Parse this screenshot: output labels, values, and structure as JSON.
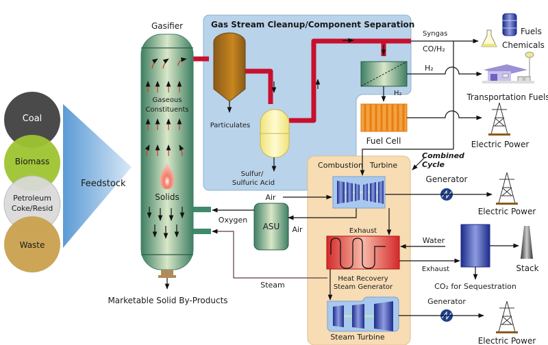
{
  "feedstock": {
    "label": "Feedstock",
    "items": [
      {
        "label": "Coal",
        "color": "#4a4a4a",
        "text_color": "#ffffff"
      },
      {
        "label": "Biomass",
        "color": "#9ec42f",
        "text_color": "#1a1a1a"
      },
      {
        "label_line1": "Petroleum",
        "label_line2": "Coke/Resid",
        "color": "#d9d9d9",
        "text_color": "#1a1a1a"
      },
      {
        "label": "Waste",
        "color": "#c9a14d",
        "text_color": "#1a1a1a"
      }
    ]
  },
  "gasifier": {
    "title": "Gasifier",
    "gaseous_line1": "Gaseous",
    "gaseous_line2": "Constituents",
    "solids": "Solids",
    "byproducts": "Marketable Solid By-Products"
  },
  "cleanup": {
    "title": "Gas Stream Cleanup/Component Separation",
    "particulates": "Particulates",
    "sulfur_line1": "Sulfur/",
    "sulfur_line2": "Sulfuric Acid",
    "h2_separator": "H₂"
  },
  "outputs": {
    "syngas": "Syngas",
    "co_h2": "CO/H₂",
    "h2": "H₂",
    "fuels": "Fuels",
    "chemicals": "Chemicals",
    "transportation_fuels": "Transportation Fuels",
    "electric_power": "Electric Power"
  },
  "fuel_cell": {
    "label": "Fuel Cell"
  },
  "asu": {
    "label": "ASU",
    "air_in_top": "Air",
    "air_in_right": "Air",
    "oxygen": "Oxygen",
    "steam": "Steam"
  },
  "combined_cycle": {
    "callout_line1": "Combined",
    "callout_line2": "Cycle",
    "combustion": "Combustion",
    "turbine": "Turbine",
    "generator": "Generator",
    "exhaust_top": "Exhaust",
    "hrsg_line1": "Heat Recovery",
    "hrsg_line2": "Steam Generator",
    "water": "Water",
    "exhaust_out": "Exhaust",
    "co2": "CO₂ for Sequestration",
    "stack": "Stack",
    "steam_turbine": "Steam Turbine",
    "generator2": "Generator",
    "electric_power_1": "Electric Power",
    "electric_power_2": "Electric Power"
  },
  "colors": {
    "pipe_red": "#c8102e",
    "cleanup_bg": "#b9d3ea",
    "combined_bg": "#f7dcb4",
    "gasifier_green": "#5e9a80",
    "turbine_blue": "#2e3f9e"
  }
}
